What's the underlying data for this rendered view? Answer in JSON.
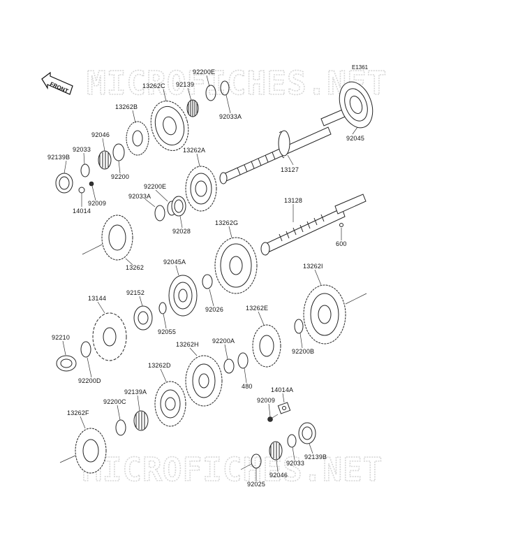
{
  "diagram": {
    "reference_code": "E1361",
    "front_label": "FRONT",
    "watermark_text": "MICROFICHES.NET",
    "line_color": "#222222",
    "watermark_color": "#d6d6d6"
  },
  "labels": [
    {
      "id": "l1",
      "text": "92200E"
    },
    {
      "id": "l2",
      "text": "92139"
    },
    {
      "id": "l3",
      "text": "13262C"
    },
    {
      "id": "l4",
      "text": "92033A"
    },
    {
      "id": "l5",
      "text": "13262B"
    },
    {
      "id": "l6",
      "text": "92046"
    },
    {
      "id": "l7",
      "text": "92033"
    },
    {
      "id": "l8",
      "text": "92139B"
    },
    {
      "id": "l9",
      "text": "92200"
    },
    {
      "id": "l10",
      "text": "92009"
    },
    {
      "id": "l11",
      "text": "14014"
    },
    {
      "id": "l12",
      "text": "13262A"
    },
    {
      "id": "l13",
      "text": "13127"
    },
    {
      "id": "l14",
      "text": "92045"
    },
    {
      "id": "l15",
      "text": "92200E"
    },
    {
      "id": "l16",
      "text": "92033A"
    },
    {
      "id": "l17",
      "text": "92028"
    },
    {
      "id": "l18",
      "text": "13128"
    },
    {
      "id": "l19",
      "text": "600"
    },
    {
      "id": "l20",
      "text": "13262G"
    },
    {
      "id": "l21",
      "text": "13262"
    },
    {
      "id": "l22",
      "text": "92045A"
    },
    {
      "id": "l23",
      "text": "92026"
    },
    {
      "id": "l24",
      "text": "13262I"
    },
    {
      "id": "l25",
      "text": "13144"
    },
    {
      "id": "l26",
      "text": "92152"
    },
    {
      "id": "l27",
      "text": "92055"
    },
    {
      "id": "l28",
      "text": "13262E"
    },
    {
      "id": "l29",
      "text": "92210"
    },
    {
      "id": "l30",
      "text": "92200D"
    },
    {
      "id": "l31",
      "text": "13262H"
    },
    {
      "id": "l32",
      "text": "92200A"
    },
    {
      "id": "l33",
      "text": "92200B"
    },
    {
      "id": "l34",
      "text": "480"
    },
    {
      "id": "l35",
      "text": "13262D"
    },
    {
      "id": "l36",
      "text": "14014A"
    },
    {
      "id": "l37",
      "text": "92139A"
    },
    {
      "id": "l38",
      "text": "92009"
    },
    {
      "id": "l39",
      "text": "92200C"
    },
    {
      "id": "l40",
      "text": "13262F"
    },
    {
      "id": "l41",
      "text": "92033"
    },
    {
      "id": "l42",
      "text": "92139B"
    },
    {
      "id": "l43",
      "text": "92046"
    },
    {
      "id": "l44",
      "text": "92025"
    }
  ]
}
